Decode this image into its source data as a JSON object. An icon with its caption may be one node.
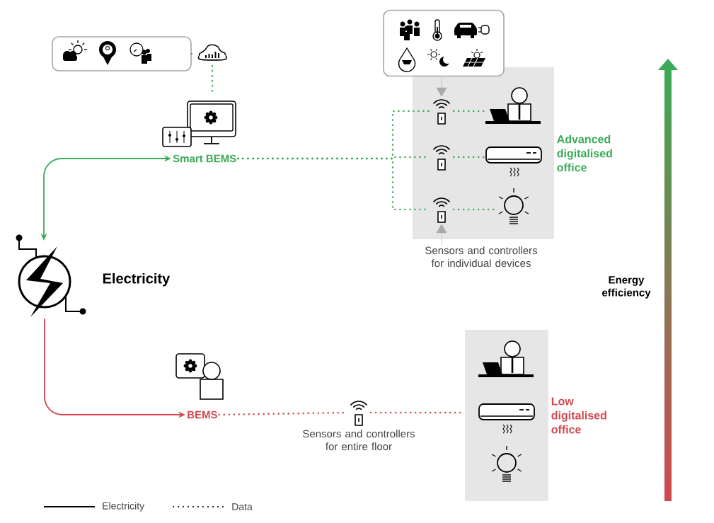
{
  "diagram": {
    "nodes": [
      {
        "text": [
          "Electricity"
        ]
      },
      {
        "text": [
          "Smart BEMS"
        ]
      },
      {
        "text": [
          "BEMS"
        ]
      },
      {
        "text": [],
        "shape": "box"
      },
      {
        "text": [],
        "shape": "cloud"
      },
      {
        "text": [],
        "shape": "picture"
      },
      {
        "text": [
          "Advanced digitalised office"
        ]
      },
      {
        "text": [],
        "shape": "picture",
        "in": 6
      },
      {
        "text": [],
        "shape": "picture",
        "in": 6
      },
      {
        "text": [],
        "shape": "picture",
        "in": 6
      },
      {
        "text": [],
        "shape": "person",
        "in": 6
      },
      {
        "text": [],
        "shape": "picture",
        "in": 6
      },
      {
        "text": [],
        "shape": "picture",
        "in": 6
      },
      {
        "text": [],
        "shape": "box"
      },
      {
        "text": [
          "Sensors and controllers for individual devices"
        ]
      },
      {
        "text": [
          "Low digitalised office"
        ]
      },
      {
        "text": [],
        "shape": "person",
        "in": 15
      },
      {
        "text": [],
        "shape": "picture",
        "in": 15
      },
      {
        "text": [],
        "shape": "picture",
        "in": 15
      },
      {
        "text": [],
        "shape": "picture",
        "beside": [
          "Sensors and controllers for entire floor"
        ]
      }
    ],
    "edges": [
      {
        "from": 0,
        "to": 1,
        "arrow": "both",
        "color": "#3aaa57"
      },
      {
        "from": 0,
        "to": 2,
        "arrow": "to",
        "color": "#d0494f"
      },
      {
        "from": 3,
        "to": 4,
        "arrow": "none",
        "style": "dashed",
        "color": "#3aaa57"
      },
      {
        "from": 4,
        "to": 5,
        "arrow": "none",
        "style": "dashed",
        "color": "#3aaa57"
      },
      {
        "from": 1,
        "to": 7,
        "arrow": "none",
        "style": "dashed",
        "color": "#3aaa57"
      },
      {
        "from": 1,
        "to": 8,
        "arrow": "none",
        "style": "dashed",
        "color": "#3aaa57"
      },
      {
        "from": 1,
        "to": 9,
        "arrow": "none",
        "style": "dashed",
        "color": "#3aaa57"
      },
      {
        "from": 7,
        "to": 10,
        "arrow": "none",
        "style": "dashed",
        "color": "#3aaa57"
      },
      {
        "from": 8,
        "to": 11,
        "arrow": "none",
        "style": "dashed",
        "color": "#3aaa57"
      },
      {
        "from": 9,
        "to": 12,
        "arrow": "none",
        "style": "dashed",
        "color": "#3aaa57"
      },
      {
        "from": 13,
        "to": 7,
        "arrow": "to",
        "color": "#aaaaaa"
      },
      {
        "from": 14,
        "to": 9,
        "arrow": "to",
        "color": "#aaaaaa"
      },
      {
        "from": 2,
        "to": 19,
        "arrow": "none",
        "style": "dashed",
        "color": "#d0494f"
      },
      {
        "from": 19,
        "to": 15,
        "arrow": "none",
        "style": "dashed",
        "color": "#d0494f"
      }
    ],
    "labels": [
      "Energy efficiency"
    ],
    "legend": [
      {
        "text": "Electricity"
      },
      {
        "text": "Data"
      }
    ]
  }
}
